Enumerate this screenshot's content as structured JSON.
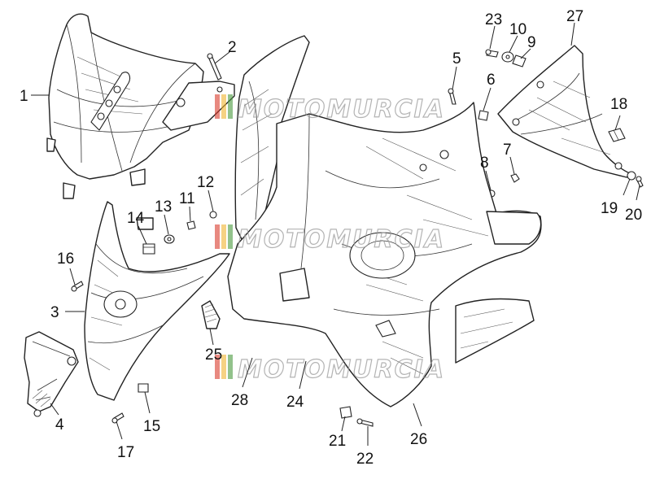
{
  "diagram": {
    "watermark_text": "MOTOMURCIA",
    "watermark_colors": [
      "#d93a2b",
      "#f0b431",
      "#4a9a3e",
      "#9a9a9a"
    ],
    "callouts": [
      {
        "id": "1",
        "label": "1"
      },
      {
        "id": "2",
        "label": "2"
      },
      {
        "id": "3",
        "label": "3"
      },
      {
        "id": "4",
        "label": "4"
      },
      {
        "id": "5",
        "label": "5"
      },
      {
        "id": "6",
        "label": "6"
      },
      {
        "id": "7",
        "label": "7"
      },
      {
        "id": "8",
        "label": "8"
      },
      {
        "id": "9",
        "label": "9"
      },
      {
        "id": "10",
        "label": "10"
      },
      {
        "id": "11",
        "label": "11"
      },
      {
        "id": "12",
        "label": "12"
      },
      {
        "id": "13",
        "label": "13"
      },
      {
        "id": "14",
        "label": "14"
      },
      {
        "id": "15",
        "label": "15"
      },
      {
        "id": "16",
        "label": "16"
      },
      {
        "id": "17",
        "label": "17"
      },
      {
        "id": "18",
        "label": "18"
      },
      {
        "id": "19",
        "label": "19"
      },
      {
        "id": "20",
        "label": "20"
      },
      {
        "id": "21",
        "label": "21"
      },
      {
        "id": "22",
        "label": "22"
      },
      {
        "id": "23",
        "label": "23"
      },
      {
        "id": "24",
        "label": "24"
      },
      {
        "id": "25",
        "label": "25"
      },
      {
        "id": "26",
        "label": "26"
      },
      {
        "id": "27",
        "label": "27"
      },
      {
        "id": "28",
        "label": "28"
      }
    ]
  }
}
